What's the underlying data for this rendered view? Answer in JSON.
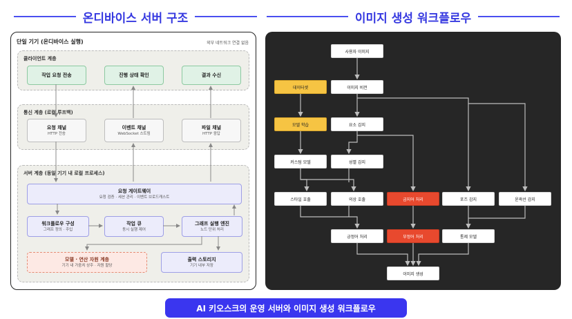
{
  "headers": {
    "left": "온디바이스 서버 구조",
    "right": "이미지 생성 워크플로우"
  },
  "left_panel": {
    "title": "단일 기기 (온디바이스 실행)",
    "note": "외부 네트워크 연결 없음",
    "client_layer": {
      "title": "클라이언트 계층",
      "boxes": [
        "작업 요청 전송",
        "진행 상태 확인",
        "결과 수신"
      ]
    },
    "comm_layer": {
      "title": "통신 계층 (로컬 루프백)",
      "boxes": [
        {
          "title": "요청 채널",
          "sub": "HTTP 전송"
        },
        {
          "title": "이벤트 채널",
          "sub": "WebSocket 스트림"
        },
        {
          "title": "파일 채널",
          "sub": "HTTP 응답"
        }
      ]
    },
    "server_layer": {
      "title": "서버 계층 (동일 기기 내 로컬 프로세스)",
      "gateway": {
        "title": "요청 게이트웨이",
        "sub": "요청 검증 · 세션 관리 · 이벤트 브로드캐스트"
      },
      "workflow": {
        "title": "워크플로우 구성",
        "sub": "그래프 정의 · 주입"
      },
      "queue": {
        "title": "작업 큐",
        "sub": "동시 실행 제어"
      },
      "engine": {
        "title": "그래프 실행 엔진",
        "sub": "노드 단위 처리"
      },
      "resources": {
        "title": "모델 · 연산 자원 계층",
        "sub": "기기 내 가중치 상주 · 자원 할당"
      },
      "storage": {
        "title": "출력 스토리지",
        "sub": "기기 내부 저장"
      }
    }
  },
  "workflow": {
    "nodes": {
      "user_image": "사용자 이미지",
      "dataset": "데이터셋",
      "vision": "이미지 비전",
      "model_train": "모델 학습",
      "element_detect": "요소 감지",
      "custom_model": "커스텀 모델",
      "gender_detect": "성별 감지",
      "style": "스타일 호출",
      "clothing": "의상 호출",
      "forbidden": "금지어 처리",
      "pose": "포즈 감지",
      "contour": "윤곽선 감지",
      "positive": "긍정어 처리",
      "negative": "부정어 처리",
      "control": "통제 모델",
      "generate": "이미지 생성"
    },
    "colors": {
      "highlight_yellow": "#f6c443",
      "highlight_red": "#e8492e",
      "panel_bg": "#262626"
    }
  },
  "footer": "AI 키오스크의 운영 서버와 이미지 생성 워크플로우",
  "colors": {
    "accent": "#3538e0"
  }
}
